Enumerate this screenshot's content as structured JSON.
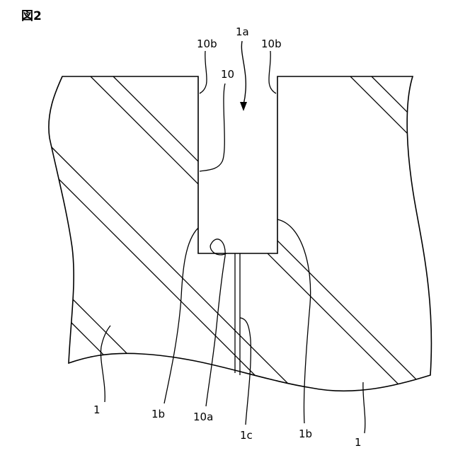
{
  "figure": {
    "title": "図2"
  },
  "labels": {
    "opening": "1a",
    "wall_left": "10b",
    "wall_right": "10b",
    "hole": "10",
    "body_left": "1",
    "recess_left": "1b",
    "hole_bottom": "10a",
    "crack": "1c",
    "recess_right": "1b",
    "body_right": "1"
  },
  "colors": {
    "line": "#000000",
    "background": "#ffffff"
  }
}
